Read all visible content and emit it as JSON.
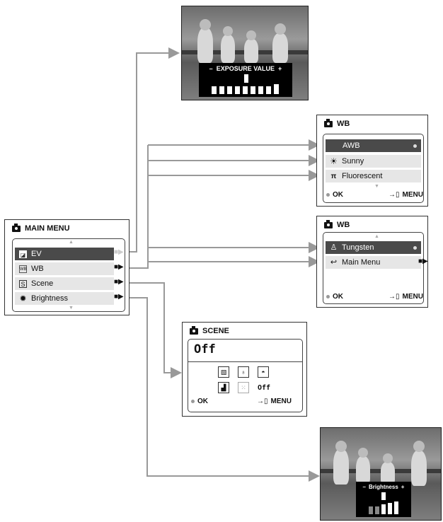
{
  "main_menu": {
    "title": "MAIN MENU",
    "items": [
      {
        "label": "EV",
        "icon": "ev-icon"
      },
      {
        "label": "WB",
        "icon": "wb-icon"
      },
      {
        "label": "Scene",
        "icon": "scene-icon"
      },
      {
        "label": "Brightness",
        "icon": "brightness-icon"
      }
    ]
  },
  "exposure_screen": {
    "label": "EXPOSURE VALUE",
    "minus": "–",
    "plus": "+",
    "level_segments": 9,
    "selected_segment": 5
  },
  "wb_menu_1": {
    "title": "WB",
    "items": [
      "AWB",
      "Sunny",
      "Fluorescent"
    ],
    "ok": "OK",
    "menu": "MENU"
  },
  "wb_menu_2": {
    "title": "WB",
    "items": [
      "Tungsten",
      "Main Menu"
    ],
    "ok": "OK",
    "menu": "MENU"
  },
  "scene_menu": {
    "title": "SCENE",
    "value": "Off",
    "off_label": "Off",
    "ok": "OK",
    "menu": "MENU"
  },
  "brightness_screen": {
    "label": "Brightness",
    "minus": "–",
    "plus": "+",
    "level_segments": 5,
    "selected_segment": 3
  }
}
